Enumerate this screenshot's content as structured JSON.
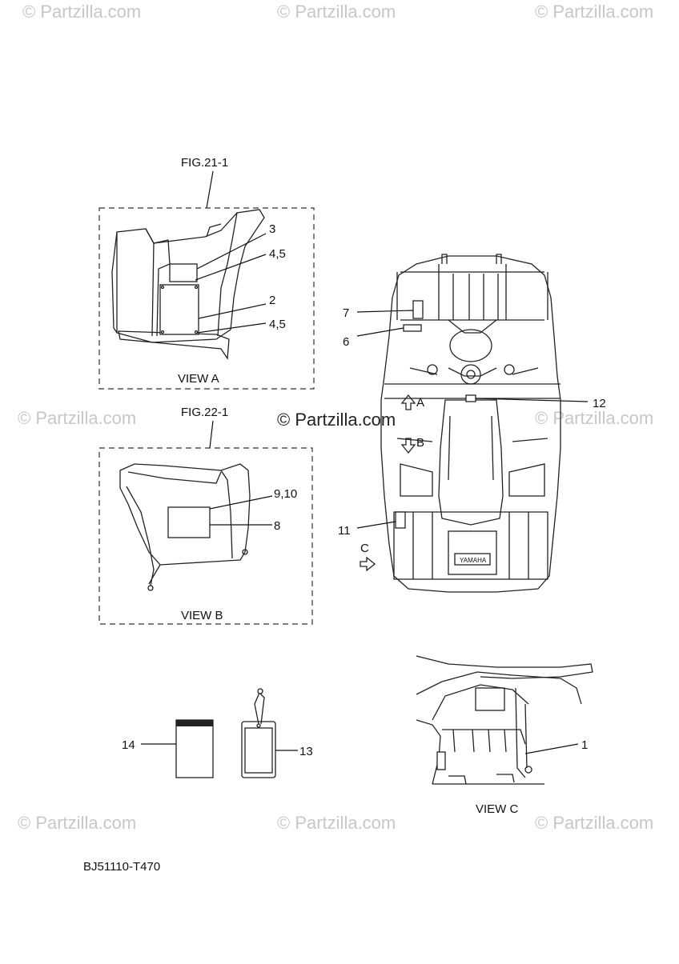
{
  "watermark": {
    "text": "© Partzilla.com",
    "center_text": "© Partzilla.com"
  },
  "view_a": {
    "fig_ref": "FIG.21-1",
    "title": "VIEW A",
    "callouts": [
      "3",
      "4,5",
      "2",
      "4,5"
    ]
  },
  "view_b": {
    "fig_ref": "FIG.22-1",
    "title": "VIEW B",
    "callouts": [
      "9,10",
      "8"
    ]
  },
  "main_view": {
    "callouts": [
      "7",
      "6",
      "12",
      "11"
    ],
    "direction_a": "A",
    "direction_b": "B",
    "direction_c": "C",
    "brand_plate": "YAMAHA"
  },
  "view_c": {
    "title": "VIEW C",
    "callouts": [
      "1"
    ]
  },
  "loose_parts": {
    "callouts": [
      "14",
      "13"
    ]
  },
  "diagram_code": "BJ51110-T470"
}
